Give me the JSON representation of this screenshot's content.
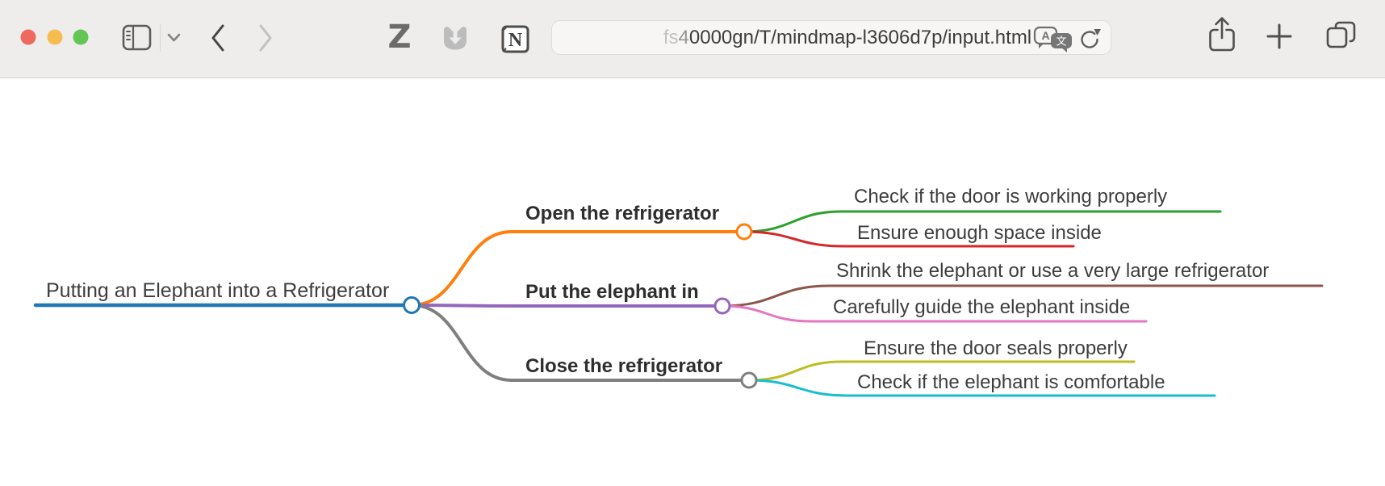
{
  "window": {
    "traffic_lights": {
      "close_color": "#ee6a5f",
      "minimize_color": "#f5bd4f",
      "zoom_color": "#62c554"
    },
    "toolbar": {
      "zotero_glyph": "Z",
      "notion_glyph": "N",
      "translate_glyph_latin": "A",
      "translate_glyph_cjk": "文",
      "url_bar": {
        "text_full": "fs40000gn/T/mindmap-l3606d7p/input.html",
        "text_faint": "fs",
        "text_mid": "4",
        "text_main": "0000gn/T/mindmap-l3606d7p/input.html"
      }
    }
  },
  "mindmap": {
    "root": {
      "label": "Putting an Elephant into a Refrigerator",
      "color": "#1f77b4"
    },
    "branches": [
      {
        "label": "Open the refrigerator",
        "color": "#ff7f0e",
        "children": [
          {
            "label": "Check if the door is working properly",
            "color": "#2ca02c"
          },
          {
            "label": "Ensure enough space inside",
            "color": "#d62728"
          }
        ]
      },
      {
        "label": "Put the elephant in",
        "color": "#9467bd",
        "children": [
          {
            "label": "Shrink the elephant or use a very large refrigerator",
            "color": "#8c564b"
          },
          {
            "label": "Carefully guide the elephant inside",
            "color": "#e377c2"
          }
        ]
      },
      {
        "label": "Close the refrigerator",
        "color": "#7f7f7f",
        "children": [
          {
            "label": "Ensure the door seals properly",
            "color": "#bcbd22"
          },
          {
            "label": "Check if the elephant is comfortable",
            "color": "#17becf"
          }
        ]
      }
    ]
  }
}
